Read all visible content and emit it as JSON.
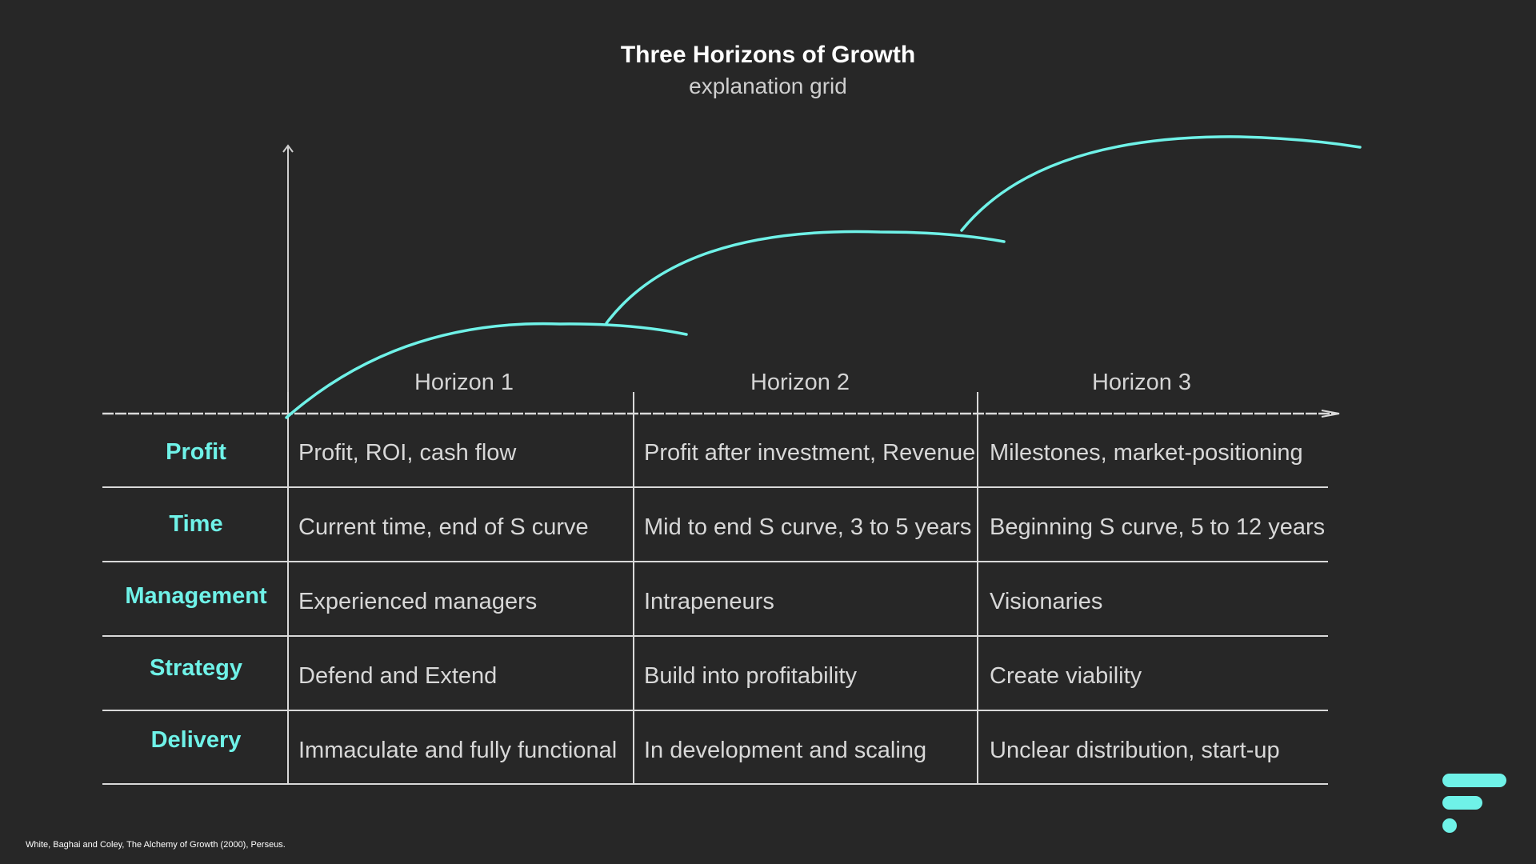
{
  "header": {
    "title": "Three Horizons of Growth",
    "subtitle": "explanation grid"
  },
  "horizons": [
    "Horizon 1",
    "Horizon 2",
    "Horizon 3"
  ],
  "rows": [
    {
      "label": "Profit",
      "cells": [
        "Profit, ROI, cash flow",
        "Profit after investment, Revenue",
        "Milestones, market-positioning"
      ]
    },
    {
      "label": "Time",
      "cells": [
        "Current time, end of S curve",
        "Mid to end S curve, 3 to 5 years",
        "Beginning S curve, 5 to 12 years"
      ]
    },
    {
      "label": "Management",
      "cells": [
        "Experienced managers",
        "Intrapeneurs",
        "Visionaries"
      ]
    },
    {
      "label": "Strategy",
      "cells": [
        "Defend and Extend",
        "Build into profitability",
        "Create viability"
      ]
    },
    {
      "label": "Delivery",
      "cells": [
        "Immaculate and fully functional",
        "In development and scaling",
        "Unclear distribution, start-up"
      ]
    }
  ],
  "footnote": "White, Baghai and Coley, The Alchemy of Growth (2000), Perseus.",
  "colors": {
    "accent": "#6ff2e8",
    "background": "#272727",
    "grid_line": "#d9d9d9",
    "text": "#d8d8d8"
  },
  "icons": {
    "logo": "brand-logo-icon"
  }
}
